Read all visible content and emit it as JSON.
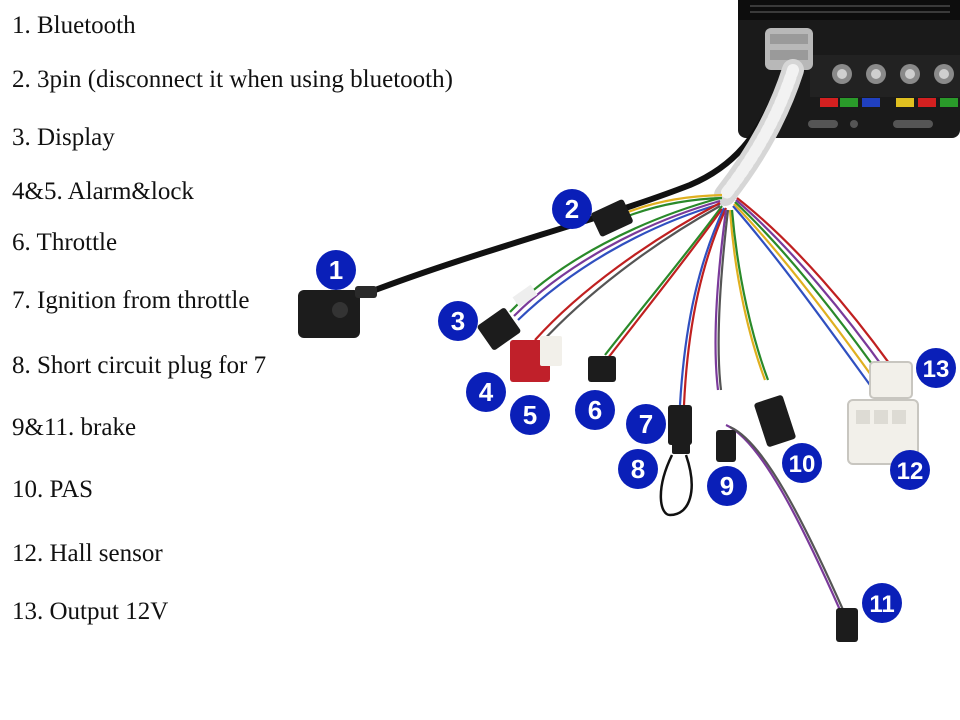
{
  "legend": {
    "items": [
      {
        "id": "bluetooth",
        "text": "1. Bluetooth"
      },
      {
        "id": "3pin",
        "text": "2. 3pin (disconnect it when using bluetooth)"
      },
      {
        "id": "display",
        "text": "3. Display"
      },
      {
        "id": "alarm-lock",
        "text": "4&5. Alarm&lock"
      },
      {
        "id": "throttle",
        "text": "6. Throttle"
      },
      {
        "id": "ignition",
        "text": "7. Ignition from throttle"
      },
      {
        "id": "short-circuit-plug",
        "text": "8. Short circuit plug for 7"
      },
      {
        "id": "brake",
        "text": "9&11. brake"
      },
      {
        "id": "pas",
        "text": "10. PAS"
      },
      {
        "id": "hall-sensor",
        "text": "12. Hall sensor"
      },
      {
        "id": "output-12v",
        "text": "13. Output 12V"
      }
    ]
  },
  "badges": [
    "1",
    "2",
    "3",
    "4",
    "5",
    "6",
    "7",
    "8",
    "9",
    "10",
    "11",
    "12",
    "13"
  ],
  "colors": {
    "badge": "#0a1fb8",
    "controller": "#1a1a1a",
    "sleeve": "#e6e6e6",
    "alarm_connector": "#c0202a",
    "hall_connector": "#f2f0ea",
    "cable": "#111111"
  }
}
